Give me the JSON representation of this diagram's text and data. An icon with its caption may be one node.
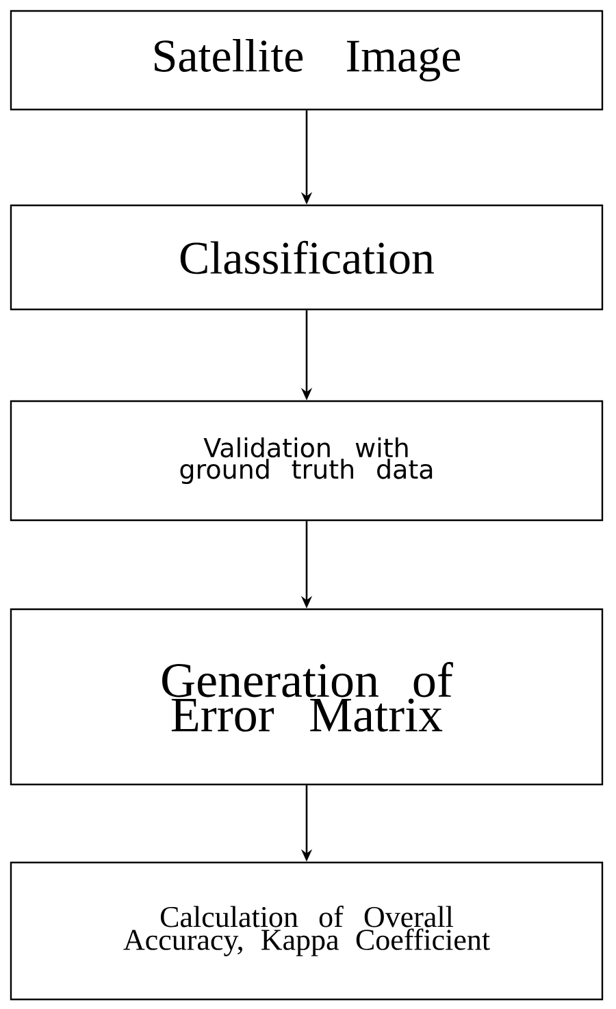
{
  "diagram": {
    "nodes": [
      {
        "text": [
          "Satellite Image"
        ]
      },
      {
        "text": [
          "Classification"
        ]
      },
      {
        "text": [
          "Validation with ground truth data"
        ]
      },
      {
        "text": [
          "Generation of Error Matrix"
        ]
      },
      {
        "text": [
          "Calculation of Overall Accuracy, Kappa Coefficient"
        ]
      }
    ],
    "edges": [
      {
        "from": 0,
        "to": 1,
        "arrow": "to"
      },
      {
        "from": 1,
        "to": 2,
        "arrow": "to"
      },
      {
        "from": 2,
        "to": 3,
        "arrow": "to"
      },
      {
        "from": 3,
        "to": 4,
        "arrow": "to"
      }
    ]
  }
}
